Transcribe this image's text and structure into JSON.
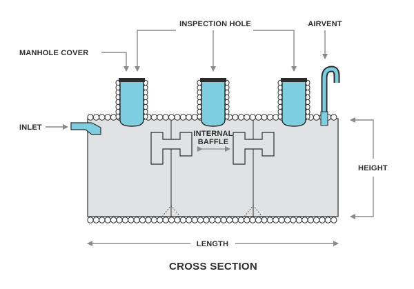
{
  "diagram": {
    "title": "CROSS SECTION",
    "labels": {
      "inspection_hole": "INSPECTION HOLE",
      "airvent": "AIRVENT",
      "manhole_cover": "MANHOLE COVER",
      "inlet": "INLET",
      "internal_baffle_line1": "INTERNAL",
      "internal_baffle_line2": "BAFFLE",
      "height": "HEIGHT",
      "length": "LENGTH"
    },
    "colors": {
      "tank_fill": "#e1e2e3",
      "pipe_blue": "#7dcfe0",
      "outline": "#2b2b2b",
      "arrow": "#8a8a8a"
    }
  }
}
